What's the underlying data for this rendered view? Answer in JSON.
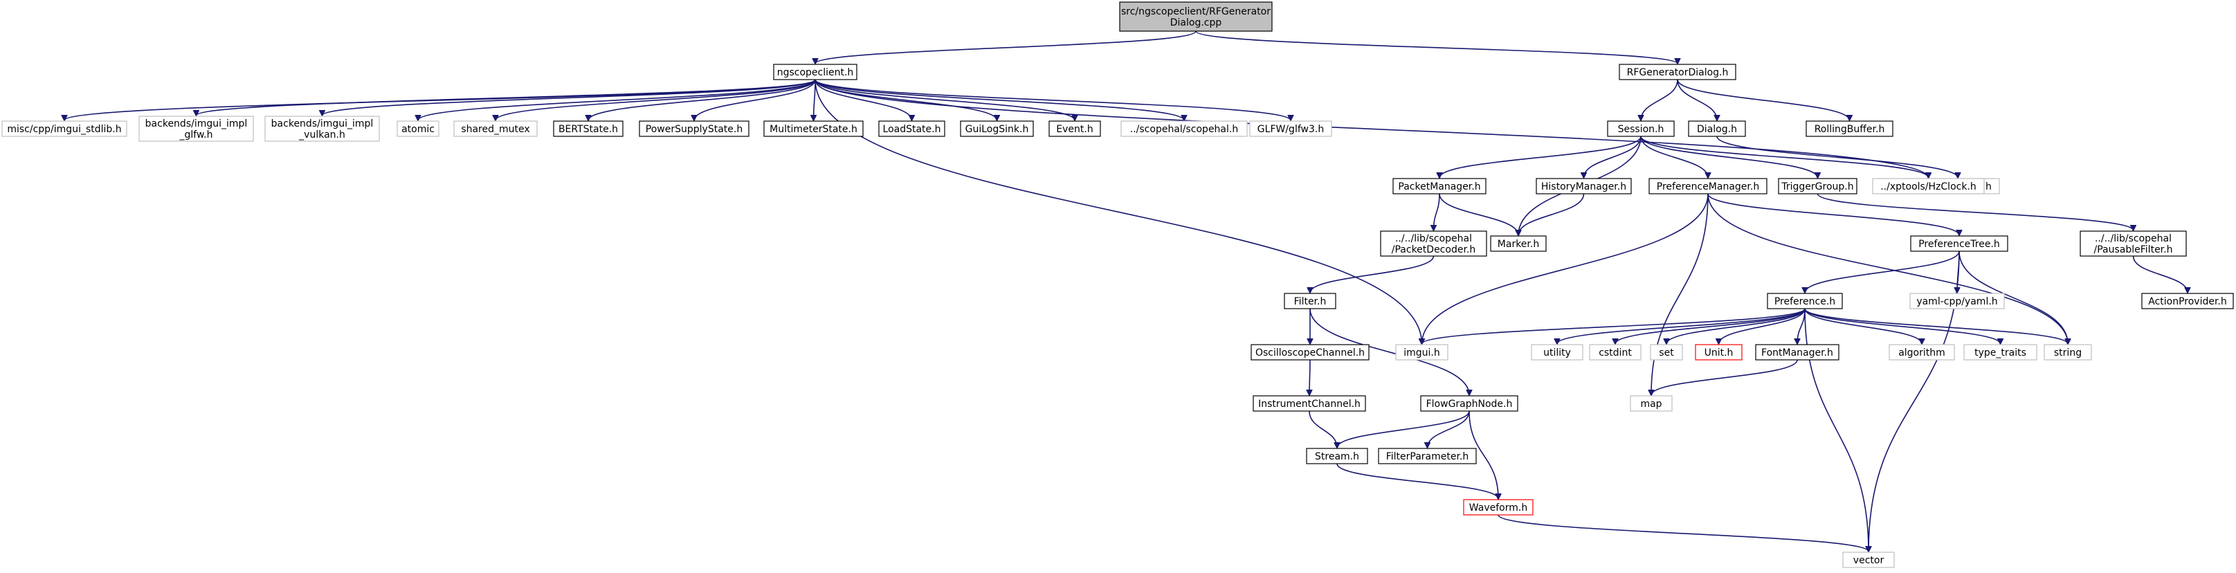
{
  "nodes": [
    {
      "id": "root",
      "lines": [
        "src/ngscopeclient/RFGenerator",
        "Dialog.cpp"
      ],
      "style": "root"
    },
    {
      "id": "ngscopeclient_h",
      "lines": [
        "ngscopeclient.h"
      ],
      "style": "normal"
    },
    {
      "id": "RFGeneratorDialog_h",
      "lines": [
        "RFGeneratorDialog.h"
      ],
      "style": "normal"
    },
    {
      "id": "imgui_stdlib_misc",
      "lines": [
        "misc/cpp/imgui_stdlib.h"
      ],
      "style": "ext"
    },
    {
      "id": "imgui_impl_glfw",
      "lines": [
        "backends/imgui_impl",
        "_glfw.h"
      ],
      "style": "ext"
    },
    {
      "id": "imgui_impl_vulkan",
      "lines": [
        "backends/imgui_impl",
        "_vulkan.h"
      ],
      "style": "ext"
    },
    {
      "id": "atomic",
      "lines": [
        "atomic"
      ],
      "style": "ext"
    },
    {
      "id": "shared_mutex",
      "lines": [
        "shared_mutex"
      ],
      "style": "ext"
    },
    {
      "id": "BERTState",
      "lines": [
        "BERTState.h"
      ],
      "style": "normal"
    },
    {
      "id": "PowerSupplyState",
      "lines": [
        "PowerSupplyState.h"
      ],
      "style": "normal"
    },
    {
      "id": "MultimeterState",
      "lines": [
        "MultimeterState.h"
      ],
      "style": "normal"
    },
    {
      "id": "LoadState",
      "lines": [
        "LoadState.h"
      ],
      "style": "normal"
    },
    {
      "id": "GuiLogSink",
      "lines": [
        "GuiLogSink.h"
      ],
      "style": "normal"
    },
    {
      "id": "Event",
      "lines": [
        "Event.h"
      ],
      "style": "normal"
    },
    {
      "id": "scopehal",
      "lines": [
        "../scopehal/scopehal.h"
      ],
      "style": "ext"
    },
    {
      "id": "glfw3",
      "lines": [
        "GLFW/glfw3.h"
      ],
      "style": "ext"
    },
    {
      "id": "Session",
      "lines": [
        "Session.h"
      ],
      "style": "normal"
    },
    {
      "id": "Dialog",
      "lines": [
        "Dialog.h"
      ],
      "style": "normal"
    },
    {
      "id": "RollingBuffer",
      "lines": [
        "RollingBuffer.h"
      ],
      "style": "normal"
    },
    {
      "id": "imgui_stdlib",
      "lines": [
        "imgui_stdlib.h"
      ],
      "style": "ext"
    },
    {
      "id": "PacketManager",
      "lines": [
        "PacketManager.h"
      ],
      "style": "normal"
    },
    {
      "id": "HistoryManager",
      "lines": [
        "HistoryManager.h"
      ],
      "style": "normal"
    },
    {
      "id": "PreferenceManager",
      "lines": [
        "PreferenceManager.h"
      ],
      "style": "normal"
    },
    {
      "id": "TriggerGroup",
      "lines": [
        "TriggerGroup.h"
      ],
      "style": "normal"
    },
    {
      "id": "HzClock",
      "lines": [
        "../xptools/HzClock.h"
      ],
      "style": "ext"
    },
    {
      "id": "PacketDecoder",
      "lines": [
        "../../lib/scopehal",
        "/PacketDecoder.h"
      ],
      "style": "normal"
    },
    {
      "id": "Marker",
      "lines": [
        "Marker.h"
      ],
      "style": "normal"
    },
    {
      "id": "PreferenceTree",
      "lines": [
        "PreferenceTree.h"
      ],
      "style": "normal"
    },
    {
      "id": "PausableFilter",
      "lines": [
        "../../lib/scopehal",
        "/PausableFilter.h"
      ],
      "style": "normal"
    },
    {
      "id": "Filter",
      "lines": [
        "Filter.h"
      ],
      "style": "normal"
    },
    {
      "id": "Preference",
      "lines": [
        "Preference.h"
      ],
      "style": "normal"
    },
    {
      "id": "yaml",
      "lines": [
        "yaml-cpp/yaml.h"
      ],
      "style": "ext"
    },
    {
      "id": "ActionProvider",
      "lines": [
        "ActionProvider.h"
      ],
      "style": "normal"
    },
    {
      "id": "OscilloscopeChannel",
      "lines": [
        "OscilloscopeChannel.h"
      ],
      "style": "normal"
    },
    {
      "id": "imgui",
      "lines": [
        "imgui.h"
      ],
      "style": "ext"
    },
    {
      "id": "utility",
      "lines": [
        "utility"
      ],
      "style": "ext"
    },
    {
      "id": "cstdint",
      "lines": [
        "cstdint"
      ],
      "style": "ext"
    },
    {
      "id": "set",
      "lines": [
        "set"
      ],
      "style": "ext"
    },
    {
      "id": "Unit",
      "lines": [
        "Unit.h"
      ],
      "style": "warn"
    },
    {
      "id": "FontManager",
      "lines": [
        "FontManager.h"
      ],
      "style": "normal"
    },
    {
      "id": "algorithm",
      "lines": [
        "algorithm"
      ],
      "style": "ext"
    },
    {
      "id": "type_traits",
      "lines": [
        "type_traits"
      ],
      "style": "ext"
    },
    {
      "id": "string",
      "lines": [
        "string"
      ],
      "style": "ext"
    },
    {
      "id": "InstrumentChannel",
      "lines": [
        "InstrumentChannel.h"
      ],
      "style": "normal"
    },
    {
      "id": "FlowGraphNode",
      "lines": [
        "FlowGraphNode.h"
      ],
      "style": "normal"
    },
    {
      "id": "map",
      "lines": [
        "map"
      ],
      "style": "ext"
    },
    {
      "id": "Stream",
      "lines": [
        "Stream.h"
      ],
      "style": "normal"
    },
    {
      "id": "FilterParameter",
      "lines": [
        "FilterParameter.h"
      ],
      "style": "normal"
    },
    {
      "id": "Waveform",
      "lines": [
        "Waveform.h"
      ],
      "style": "warn"
    },
    {
      "id": "vector",
      "lines": [
        "vector"
      ],
      "style": "ext"
    }
  ],
  "edges": [
    [
      "root",
      "ngscopeclient_h"
    ],
    [
      "root",
      "RFGeneratorDialog_h"
    ],
    [
      "ngscopeclient_h",
      "imgui_stdlib_misc"
    ],
    [
      "ngscopeclient_h",
      "imgui_impl_glfw"
    ],
    [
      "ngscopeclient_h",
      "imgui_impl_vulkan"
    ],
    [
      "ngscopeclient_h",
      "atomic"
    ],
    [
      "ngscopeclient_h",
      "shared_mutex"
    ],
    [
      "ngscopeclient_h",
      "BERTState"
    ],
    [
      "ngscopeclient_h",
      "PowerSupplyState"
    ],
    [
      "ngscopeclient_h",
      "MultimeterState"
    ],
    [
      "ngscopeclient_h",
      "LoadState"
    ],
    [
      "ngscopeclient_h",
      "GuiLogSink"
    ],
    [
      "ngscopeclient_h",
      "Event"
    ],
    [
      "ngscopeclient_h",
      "scopehal"
    ],
    [
      "ngscopeclient_h",
      "glfw3"
    ],
    [
      "ngscopeclient_h",
      "imgui"
    ],
    [
      "ngscopeclient_h",
      "HzClock"
    ],
    [
      "RFGeneratorDialog_h",
      "Session"
    ],
    [
      "RFGeneratorDialog_h",
      "Dialog"
    ],
    [
      "RFGeneratorDialog_h",
      "RollingBuffer"
    ],
    [
      "Dialog",
      "imgui_stdlib"
    ],
    [
      "Session",
      "PacketManager"
    ],
    [
      "Session",
      "HistoryManager"
    ],
    [
      "Session",
      "PreferenceManager"
    ],
    [
      "Session",
      "TriggerGroup"
    ],
    [
      "Session",
      "HzClock"
    ],
    [
      "Session",
      "Marker"
    ],
    [
      "PacketManager",
      "PacketDecoder"
    ],
    [
      "PacketManager",
      "Marker"
    ],
    [
      "HistoryManager",
      "Marker"
    ],
    [
      "PreferenceManager",
      "PreferenceTree"
    ],
    [
      "PreferenceManager",
      "imgui"
    ],
    [
      "PreferenceManager",
      "map"
    ],
    [
      "PreferenceManager",
      "string"
    ],
    [
      "TriggerGroup",
      "PausableFilter"
    ],
    [
      "PausableFilter",
      "ActionProvider"
    ],
    [
      "PacketDecoder",
      "Filter"
    ],
    [
      "Filter",
      "OscilloscopeChannel"
    ],
    [
      "Filter",
      "FlowGraphNode"
    ],
    [
      "OscilloscopeChannel",
      "InstrumentChannel"
    ],
    [
      "InstrumentChannel",
      "Stream"
    ],
    [
      "FlowGraphNode",
      "Stream"
    ],
    [
      "FlowGraphNode",
      "FilterParameter"
    ],
    [
      "FlowGraphNode",
      "Waveform"
    ],
    [
      "Stream",
      "Waveform"
    ],
    [
      "Waveform",
      "vector"
    ],
    [
      "PreferenceTree",
      "Preference"
    ],
    [
      "PreferenceTree",
      "yaml"
    ],
    [
      "PreferenceTree",
      "string"
    ],
    [
      "PreferenceTree",
      "vector"
    ],
    [
      "Preference",
      "imgui"
    ],
    [
      "Preference",
      "utility"
    ],
    [
      "Preference",
      "cstdint"
    ],
    [
      "Preference",
      "set"
    ],
    [
      "Preference",
      "Unit"
    ],
    [
      "Preference",
      "FontManager"
    ],
    [
      "Preference",
      "algorithm"
    ],
    [
      "Preference",
      "type_traits"
    ],
    [
      "Preference",
      "string"
    ],
    [
      "Preference",
      "vector"
    ],
    [
      "FontManager",
      "map"
    ]
  ]
}
